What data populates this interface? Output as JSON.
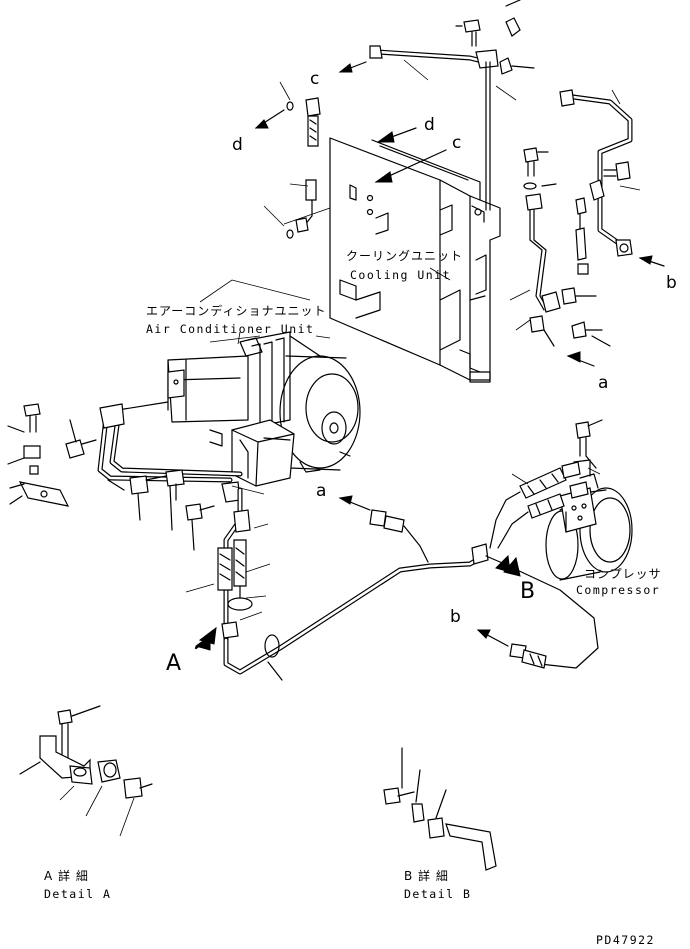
{
  "labels": {
    "cooling_unit_jp": "クーリングユニット",
    "cooling_unit_en": "Cooling Unit",
    "air_con_jp": "エアーコンディショナユニット",
    "air_con_en": "Air Conditioner Unit",
    "compressor_jp": "コンプレッサ",
    "compressor_en": "Compressor",
    "detail_a_jp": "A 詳 細",
    "detail_a_en": "Detail A",
    "detail_b_jp": "B 詳 細",
    "detail_b_en": "Detail B",
    "part_number": "PD47922"
  },
  "callouts": {
    "view_a": "A",
    "view_b": "B",
    "conn_a": "a",
    "conn_b": "b",
    "conn_c": "c",
    "conn_d": "d"
  }
}
